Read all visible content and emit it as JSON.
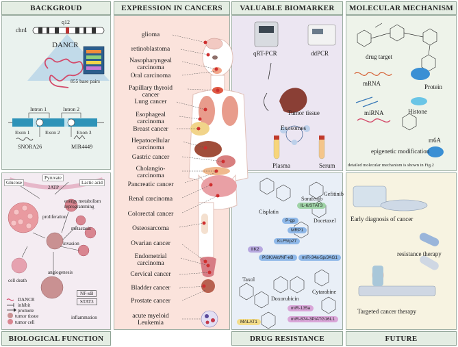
{
  "headers": {
    "background": "BACKGROUD",
    "expression": "EXPRESSION IN CANCERS",
    "biomarker": "VALUABLE BIOMARKER",
    "mechanism": "MOLECULAR MECHANISM",
    "bio_function": "BIOLOGICAL FUNCTION",
    "drug_resistance": "DRUG RESISTANCE",
    "future": "FUTURE"
  },
  "background": {
    "chr": "chr4",
    "band": "q12",
    "gene": "DANCR",
    "bases": "855 base pairs",
    "intron1": "Intron 1",
    "intron2": "Intron 2",
    "exon1": "Exon 1",
    "exon2": "Exon 2",
    "exon3": "Exon 3",
    "snora": "SNORA26",
    "mir": "MIR4449"
  },
  "cancers": [
    "glioma",
    "retinoblastoma",
    "Nasopharyngeal\ncarcinoma",
    "Oral carcinoma",
    "Papillary thyroid\ncancer",
    "Lung cancer",
    "Esophageal\ncarcinoma",
    "Breast cancer",
    "Hepatocellular\ncarcinoma",
    "Gastric cancer",
    "Cholangio-\ncarcinoma",
    "Pancreatic cancer",
    "Renal carcinoma",
    "Colorectal cancer",
    "Osteosarcoma",
    "Ovarian cancer",
    "Endometrial\ncarcinoma",
    "Cervical cancer",
    "Bladder cancer",
    "Prostate cancer",
    "acute myeloid\nLeukemia"
  ],
  "biomarker": {
    "qrt": "qRT-PCR",
    "ddpcr": "ddPCR",
    "tumor": "Tumor tissue",
    "exosomes": "Exosomes",
    "plasma": "Plasma",
    "serum": "Serum"
  },
  "mechanism": {
    "drug_target": "drug target",
    "mrna": "mRNA",
    "protein": "Protein",
    "mirna": "miRNA",
    "histone": "Histone",
    "m6a": "m6A",
    "epi": "epigenetic modification",
    "note": "detailed molecular mechanism is shown in Fig.2"
  },
  "bio_function": {
    "glucose": "Glucose",
    "pyruvate": "Pyruvate",
    "atp": "2ATP",
    "lactic": "Lactic acid",
    "energy": "energy metabolism\nreprogramming",
    "prolif": "proliferation",
    "metastasis": "metastasis",
    "invasion": "invasion",
    "death": "cell death",
    "angio": "angiogenesis",
    "nfkb": "NF-κB",
    "stat3": "STAT3",
    "inflam": "inflammation",
    "legend_dancr": "DANCR",
    "legend_inhibit": "inhibit",
    "legend_promote": "promote",
    "legend_tumor_tissue": "tumor tissue",
    "legend_tumor_cell": "tumor cell"
  },
  "drug_resistance": {
    "gefitinib": "Gefitinib",
    "sorafenib": "Sorafenib",
    "il6": "IL-6/STAT3",
    "cisplatin": "Cisplatin",
    "pgp": "P-gp",
    "docetaxel": "Docetaxel",
    "mrp1": "MRP1",
    "klf5": "KLF5/p27",
    "ik2": "IIK2",
    "pi3k": "PI3K/Akt/NF-κB",
    "mir34a": "miR-34a-5p/JAG1",
    "taxol": "Taxol",
    "cytarabine": "Cytarabine",
    "doxorubicin": "Doxorubicin",
    "mir135a": "miR-135a",
    "malat1": "MALAT1",
    "mir874": "miR-874-3P/ATG16L1"
  },
  "future": {
    "early": "Early diagnosis of cancer",
    "resistance": "resistance therapy",
    "targeted": "Targeted cancer therapy"
  },
  "colors": {
    "header_bg": "#e4ede3",
    "bg_panel": "#eaf2ee",
    "expr_panel": "#fbe3dc",
    "bio_panel": "#ece6f2",
    "mech_panel": "#eef3ea",
    "drug_panel": "#e9eff7",
    "future_panel": "#f7f3e1",
    "marker": "#cf2f2f"
  }
}
